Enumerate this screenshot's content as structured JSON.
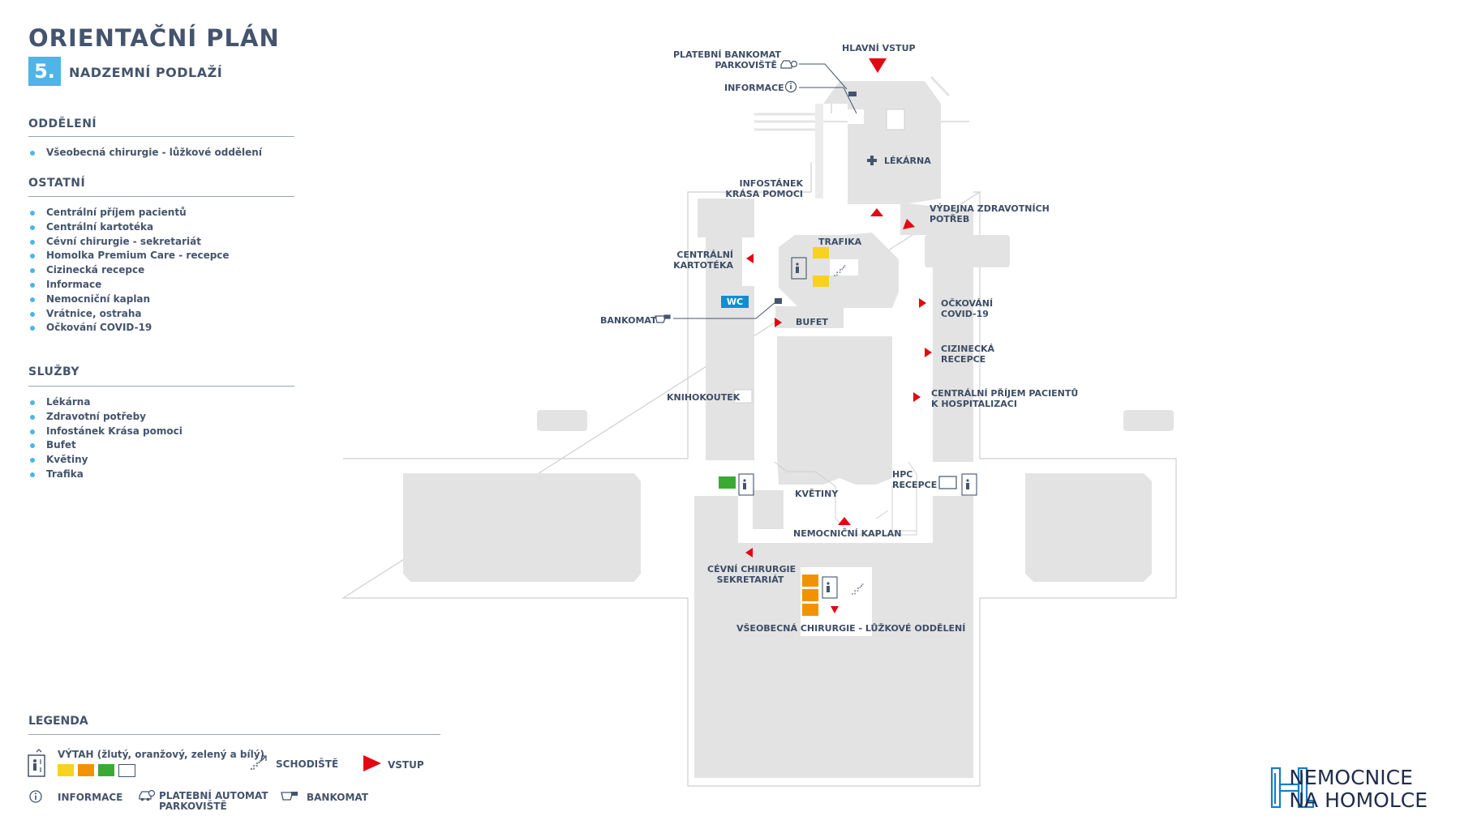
{
  "header": {
    "title": "ORIENTAČNÍ PLÁN",
    "floor_number": "5.",
    "floor_label": "NADZEMNÍ PODLAŽÍ"
  },
  "sections": {
    "departments": {
      "title": "ODDĚLENÍ",
      "items": [
        "Všeobecná chirurgie - lůžkové oddělení"
      ]
    },
    "other": {
      "title": "OSTATNÍ",
      "items": [
        "Centrální příjem pacientů",
        "Centrální kartotéka",
        "Cévní chirurgie - sekretariát",
        "Homolka Premium Care - recepce",
        "Cizinecká recepce",
        "Informace",
        "Nemocniční kaplan",
        "Vrátnice, ostraha",
        "Očkování COVID-19"
      ]
    },
    "services": {
      "title": "SLUŽBY",
      "items": [
        "Lékárna",
        "Zdravotní potřeby",
        "Infostánek Krása pomoci",
        "Bufet",
        "Květiny",
        "Trafika"
      ]
    }
  },
  "legend": {
    "title": "LEGENDA",
    "elevator": "VÝTAH (žlutý, oranžový, zelený a bílý)",
    "stairs": "SCHODIŠTĚ",
    "entrance": "VSTUP",
    "info": "INFORMACE",
    "parking_pay_line1": "PLATEBNÍ AUTOMAT",
    "parking_pay_line2": "PARKOVIŠTĚ",
    "atm": "BANKOMAT"
  },
  "map_labels": {
    "main_entrance": "HLAVNÍ VSTUP",
    "parking_atm_line1": "PLATEBNÍ BANKOMAT",
    "parking_atm_line2": "PARKOVIŠTĚ",
    "info": "INFORMACE",
    "infostand_line1": "INFOSTÁNEK",
    "infostand_line2": "KRÁSA POMOCI",
    "pharmacy": "LÉKÁRNA",
    "supplies_line1": "VÝDEJNA ZDRAVOTNÍCH",
    "supplies_line2": "POTŘEB",
    "trafika": "TRAFIKA",
    "records_line1": "CENTRÁLNÍ",
    "records_line2": "KARTOTÉKA",
    "wc": "WC",
    "atm": "BANKOMAT",
    "buffet": "BUFET",
    "covid_line1": "OČKOVÁNÍ",
    "covid_line2": "COVID-19",
    "foreign_line1": "CIZINECKÁ",
    "foreign_line2": "RECEPCE",
    "admission_line1": "CENTRÁLNÍ PŘÍJEM PACIENTŮ",
    "admission_line2": "K HOSPITALIZACI",
    "bookstand": "KNIHOKOUTEK",
    "hpc_line1": "HPC",
    "hpc_line2": "RECEPCE",
    "flowers": "KVĚTINY",
    "chaplain": "NEMOCNIČNÍ KAPLAN",
    "vascular_line1": "CÉVNÍ CHIRURGIE",
    "vascular_line2": "SEKRETARIÁT",
    "surgery_ward": "VŠEOBECNÁ CHIRURGIE - LŮŽKOVÉ ODDĚLENÍ"
  },
  "logo": {
    "line1": "NEMOCNICE",
    "line2": "NA HOMOLCE"
  },
  "colors": {
    "elevator_yellow": "#f7d21e",
    "elevator_orange": "#f39200",
    "elevator_green": "#3aaa35",
    "elevator_white": "#ffffff",
    "accent_blue": "#4fb4e6",
    "entrance_red": "#e30613",
    "building_grey": "#e3e3e3"
  }
}
